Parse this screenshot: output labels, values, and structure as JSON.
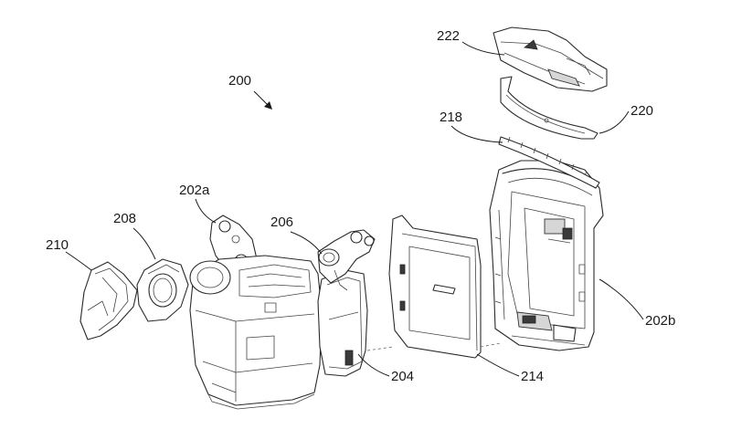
{
  "labels": {
    "assembly": "200",
    "part_202a": "202a",
    "part_202b": "202b",
    "part_204": "204",
    "part_206": "206",
    "part_208": "208",
    "part_210": "210",
    "part_214": "214",
    "part_218": "218",
    "part_220": "220",
    "part_222": "222"
  }
}
